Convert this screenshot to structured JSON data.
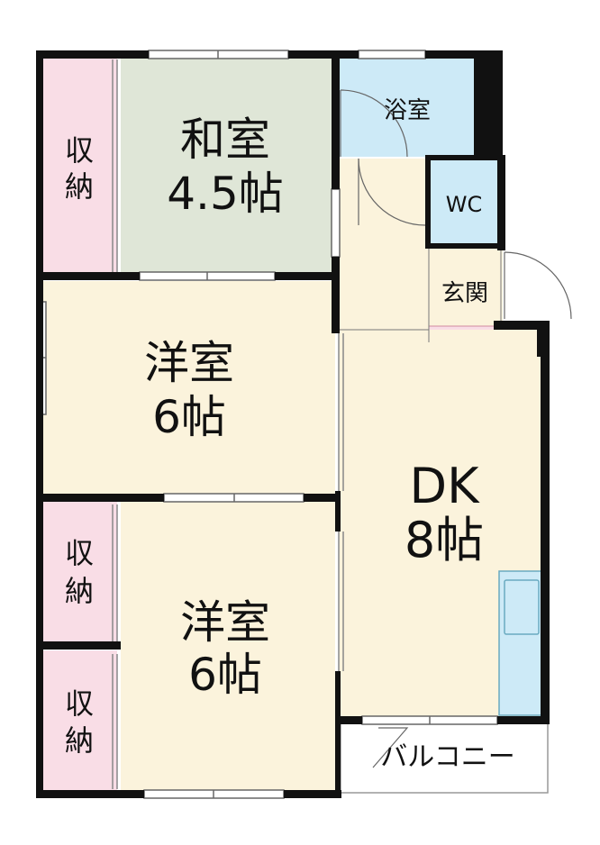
{
  "colors": {
    "wall": "#111111",
    "closet": "#f9dde6",
    "japanese_room": "#dfe6d7",
    "wood_floor": "#fbf3dc",
    "wet_area": "#cdeaf7",
    "kitchen_counter": "#cdeaf7",
    "balcony": "#ffffff"
  },
  "rooms": {
    "washitsu": {
      "name": "和室",
      "size": "4.5帖"
    },
    "yoshitsu_upper": {
      "name": "洋室",
      "size": "6帖"
    },
    "yoshitsu_lower": {
      "name": "洋室",
      "size": "6帖"
    },
    "dk": {
      "name": "DK",
      "size": "8帖"
    },
    "bath": {
      "name": "浴室"
    },
    "wc": {
      "name": "WC"
    },
    "entrance": {
      "name": "玄関"
    },
    "balcony": {
      "name": "バルコニー"
    },
    "closets": [
      {
        "char1": "収",
        "char2": "納"
      },
      {
        "char1": "収",
        "char2": "納"
      },
      {
        "char1": "収",
        "char2": "納"
      }
    ]
  }
}
